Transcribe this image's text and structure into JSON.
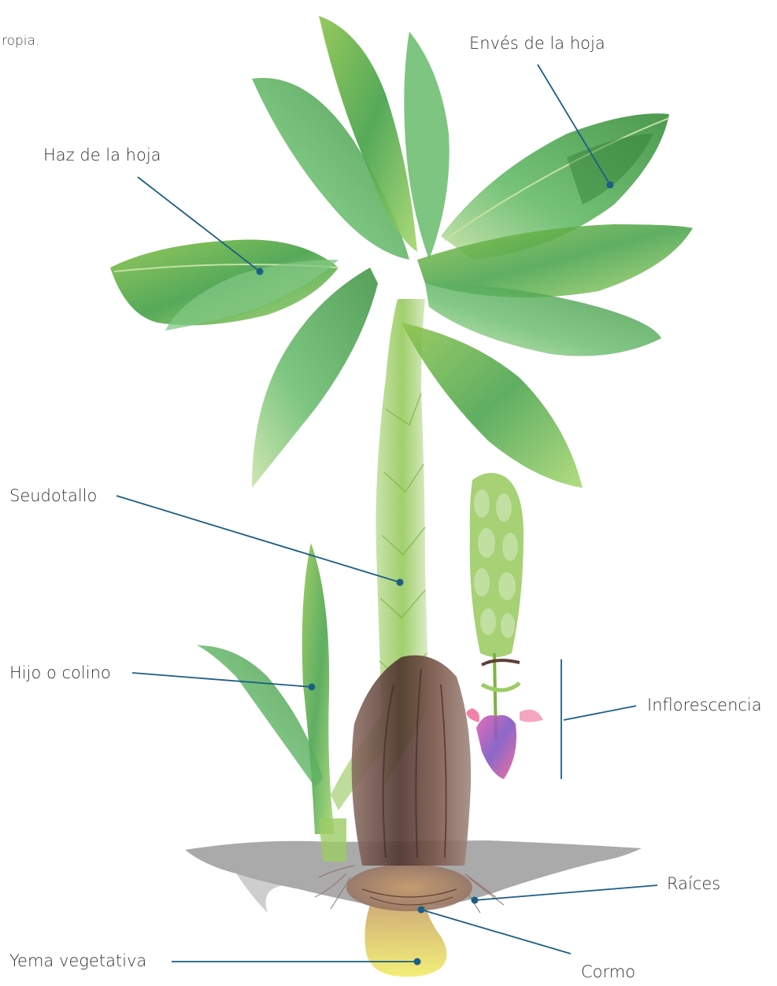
{
  "caption_fragment": "ropia.",
  "colors": {
    "leader_line": "#1b5e86",
    "leaf": "#4caf50",
    "leaf_dark": "#2e7d32",
    "stem": "#9ccc65",
    "trunk": "#6d4c41",
    "soil": "#7d7d7d",
    "flower": "#d05aa0",
    "bud": "#e8e050"
  },
  "labels": {
    "enves": "Envés de la hoja",
    "haz": "Haz de la hoja",
    "seudotallo": "Seudotallo",
    "hijo": "Hijo o colino",
    "inflorescencia": "Inflorescencia",
    "raices": "Raíces",
    "yema": "Yema vegetativa",
    "cormo": "Cormo"
  }
}
